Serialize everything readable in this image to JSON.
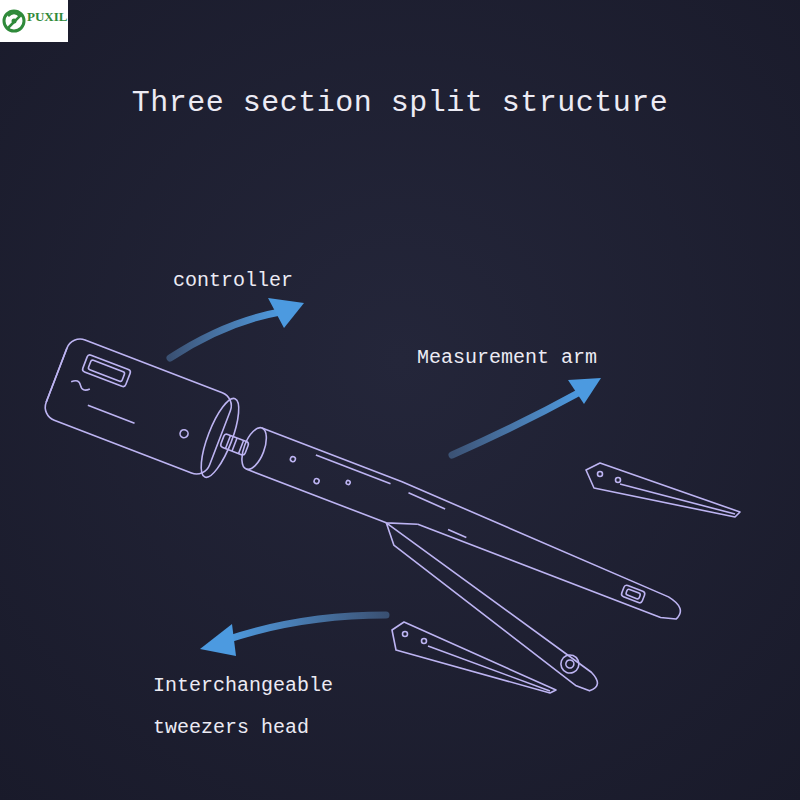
{
  "diagram": {
    "title": "Three section split structure",
    "labels": [
      "PUXIL",
      "controller",
      "Measurement arm",
      "Interchangeable tweezers head"
    ]
  }
}
